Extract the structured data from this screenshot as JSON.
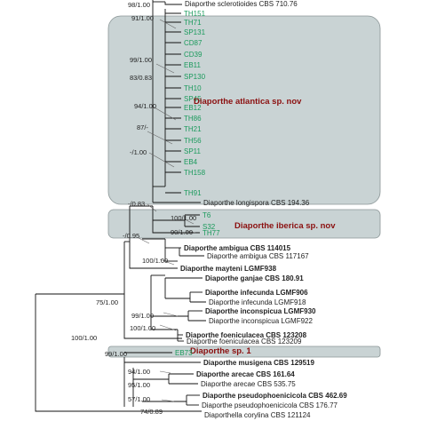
{
  "top_tips": [
    {
      "label": "Diaporthe sclerotioides CBS 710.76",
      "bold": false
    }
  ],
  "atlantica_tips": [
    "TH151",
    "TH71",
    "SP131",
    "CD87",
    "CD39",
    "EB11",
    "SP130",
    "TH10",
    "SP45",
    "EB12",
    "TH86",
    "TH21",
    "TH56",
    "SP11",
    "EB4",
    "TH158",
    "TH91"
  ],
  "atlantica_label": "Diaporthe atlantica sp. nov",
  "longispora_tip": {
    "label": "Diaporthe longispora CBS 194.36",
    "bold": false
  },
  "iberica_tips": [
    "T6",
    "S32",
    "TH77"
  ],
  "iberica_label": "Diaporthe iberica sp. nov",
  "lower_tips": [
    {
      "label": "Diaporthe ambigua CBS 114015",
      "bold": true
    },
    {
      "label": "Diaporthe ambigua CBS 117167",
      "bold": false
    },
    {
      "label": "Diaporthe mayteni LGMF938",
      "bold": true
    },
    {
      "label": "Diaporthe ganjae CBS 180.91",
      "bold": true
    },
    {
      "label": "Diaporthe infecunda LGMF906",
      "bold": true
    },
    {
      "label": "Diaporthe infecunda LGMF918",
      "bold": false
    },
    {
      "label": "Diaporthe inconspicua LGMF930",
      "bold": true
    },
    {
      "label": "Diaporthe inconspicua LGMF922",
      "bold": false
    },
    {
      "label": "Diaporthe foeniculacea CBS 123208",
      "bold": true
    },
    {
      "label": "Diaporthe foeniculacea CBS 123209",
      "bold": false
    }
  ],
  "sp1_label": "Diaporthe sp. 1",
  "sp1_tip": "EB73",
  "bottom_tips": [
    {
      "label": "Diaporthe musigena CBS 129519",
      "bold": true
    },
    {
      "label": "Diaporthe arecae CBS 161.64",
      "bold": true
    },
    {
      "label": "Diaporthe arecae CBS 535.75",
      "bold": false
    },
    {
      "label": "Diaporthe pseudophoenicicola CBS 462.69",
      "bold": true
    },
    {
      "label": "Diaporthe pseudophoenicicola CBS 176.77",
      "bold": false
    },
    {
      "label": "Diaporthella corylina CBS 121124",
      "bold": false
    }
  ],
  "supports": [
    "98/1.00",
    "91/1.00",
    "99/1.00",
    "83/0.83",
    "94/1.00",
    "87/-",
    "-/1.00",
    "-/0.83",
    "100/1.00",
    "90/1.00",
    "-/0.95",
    "100/1.00",
    "75/1.00",
    "99/1.00",
    "100/1.00",
    "100/1.00",
    "99/1.00",
    "94/1.00",
    "95/1.00",
    "57/1.00",
    "74/0.89"
  ],
  "colors": {
    "atlantica_box": "#c9d3d4",
    "iberica_box": "#c9d3d4",
    "sp1_box": "#c9d3d4",
    "clade_text": "#8b0f0f",
    "isolate_text": "#1a9a5c"
  }
}
